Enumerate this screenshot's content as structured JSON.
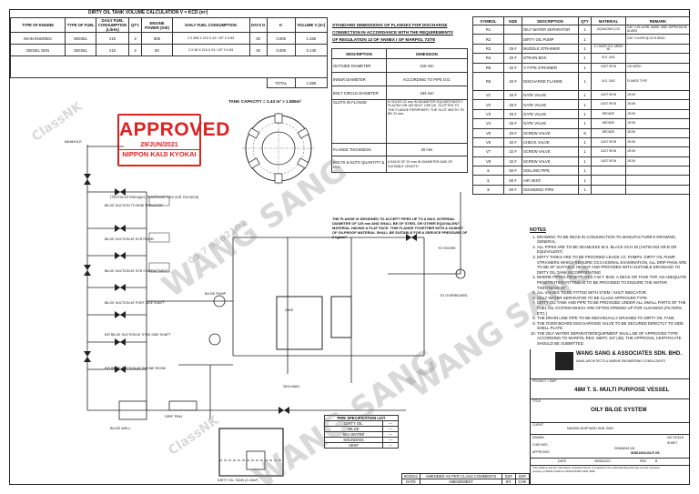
{
  "volume_calc": {
    "title": "DIRTY OIL TANK VOLUME CALCULATION   V = KCD (m³)",
    "headers": [
      "TYPE OF ENGINE",
      "TYPE OF FUEL",
      "DAILY FUEL CONSUMPTION (Litres)",
      "QTY.",
      "ENGINE POWER (KW)",
      "DAILY FUEL CONSUMPTION",
      "DAYS D",
      "K",
      "VOLUME V (m³)"
    ],
    "rows": [
      [
        "MAIN ENGINES",
        "DIESEL",
        "210",
        "2",
        "805",
        "2 X 805 X 210 X 24 / 10⁶ X 0.83",
        "30",
        "0.005",
        "1.455"
      ],
      [
        "DIESEL GEN",
        "DIESEL",
        "210",
        "2",
        "80",
        "2 X 80 X 210 X 24 / 10⁶ X 0.83",
        "30",
        "0.005",
        "0.130"
      ]
    ],
    "total_label": "TOTAL",
    "total_value": "1.585",
    "tank_capacity": "TANK CAPACITY = 2.43 m³ > 1.585m³"
  },
  "flange": {
    "heading": [
      "STANDARD DIMENSIONS OF FLANGES FOR DISCHARGE",
      "CONNECTION IN ACCORDANCE WITH THE REQUIREMENTS",
      "OF REGULATION 13 OF ANNEX I OF MARPOL 73/78"
    ],
    "col1": "DESCRIPTION",
    "col2": "DIMENSION",
    "rows": [
      [
        "OUTSIDE DIAMETER",
        "215 mm"
      ],
      [
        "INNER DIAMETER",
        "ACCORDING TO PIPE O.D."
      ],
      [
        "BOLT CIRCLE DIAMETER",
        "183 mm"
      ],
      [
        "SLOTS IN FLANGE",
        "6 HOLES 22 mm IN DIAMETER EQUIDISTANTLY PLACED ON 183 BOLT CIRCLE, SLOTTED TO THE FLANGE PERIPHERY. THE SLOT WIDTH TO BE 22 mm."
      ],
      [
        "FLANGE THICKNESS",
        "20 mm"
      ],
      [
        "BOLTS & NUTS QUANTITY & DIA.",
        "6 EACH OF 20 mm IN DIAMETER AND OF SUITABLE LENGTH"
      ]
    ],
    "note": "THE FLANGE IS DESIGNED TO ACCEPT PIPES UP TO A MAX. INTERNAL DIAMETER OF 125 mm AND SHALL BE OF STEEL OR OTHER EQUIVALENT MATERIAL HAVING A FLAT FACE. THIS FLANGE TOGETHER WITH A GASKET OF OILPROOF MATERIAL SHALL BE SUITABLE FOR A SERVICE PRESSURE OF 6 kg/cm²"
  },
  "stamp": {
    "word": "APPROVED",
    "date": "29/JUN/2021",
    "org": "NIPPON KAIJI KYOKAI"
  },
  "watermarks": {
    "society": "ClassNK",
    "company": "WANG SANG",
    "code": "05 7 9862102"
  },
  "caption": "(Technical Manager, Southeast Asia and Oceania)",
  "schematic_labels": {
    "manhole": "MANHOLE",
    "tank": "DIRTY OIL TANK (2.43m³)",
    "sea_main": "SEA MAIN",
    "drip_tray": "DRIP TRAY",
    "shore": "TO SHORE",
    "overboard": "TO OVERBOARD",
    "bilge_pump": "BILGE PUMP",
    "bilge_suction_1": "BILGE SUCTION TO BOW THRUSTER",
    "bilge_suction_2": "BILGE SUCTION AT ECR ROOM",
    "bilge_suction_3": "BILGE SUCTION AT ECR COMPARTMENT",
    "bilge_suction_4": "BILGE SUCTION AT PORT SIDE SHAFT",
    "bilge_suction_5": "E/R BILGE SUCTION AT STBD SIDE SHAFT",
    "bilge_suction_6": "E/R BILGE SUCTION AT ENGINE ROOM",
    "bilge_well": "BILGE WELL",
    "separator": "OWS"
  },
  "legend": {
    "title": "PIPE SPECIFICATION LIST",
    "rows": [
      [
        "DIRTY OIL",
        "---"
      ],
      [
        "BILGE",
        "---"
      ],
      [
        "SEA WATER",
        "---"
      ],
      [
        "SOUNDING",
        "---"
      ],
      [
        "VENT",
        "---"
      ]
    ]
  },
  "parts": {
    "headers": [
      "SYMBOL",
      "SIZE",
      "DESCRIPTION",
      "QTY",
      "MATERIAL",
      "REMARK"
    ],
    "rows": [
      [
        "R1",
        "",
        "OILY WATER SEPARATOR",
        "1",
        "AQUA/OWS-0.25",
        "CAP. 0.25 m³/HR, MARK: ISBD 15PPM BILGE ALARM"
      ],
      [
        "R2",
        "",
        "DIRTY OIL PUMP",
        "1",
        "",
        "CAP. 2 m³/HR @ 15 M HEAD"
      ],
      [
        "R3",
        "25 #",
        "MUDDLE STRAINER",
        "1",
        "C.I. BODY S.S. MESH 80",
        ""
      ],
      [
        "R4",
        "25 #",
        "STRAIN BOX",
        "1",
        "M.S. GAS",
        ""
      ],
      [
        "R5",
        "32 #",
        "Y-TYPE STRAINER",
        "1",
        "CAST IRON",
        "100 MESH"
      ],
      [
        "R6",
        "32 #",
        "DISCHARGE FLANGE",
        "1",
        "M.S. GAS",
        "FLANGE TYPE"
      ],
      [
        "V1",
        "40 #",
        "GATE VALVE",
        "1",
        "CAST IRON",
        "JIS 5K"
      ],
      [
        "V2",
        "25 #",
        "GATE VALVE",
        "1",
        "CAST IRON",
        "JIS 5K"
      ],
      [
        "V3",
        "25 #",
        "GATE VALVE",
        "1",
        "BRONZE",
        "JIS 5K"
      ],
      [
        "V4",
        "25 #",
        "GATE VALVE",
        "1",
        "BRONZE",
        "JIS 5K"
      ],
      [
        "V5",
        "25 #",
        "SCREW VALVE",
        "8",
        "BRONZE",
        "JIS 5K"
      ],
      [
        "V6",
        "40 #",
        "CHECK VALVE",
        "1",
        "CAST IRON",
        "JIS 5K"
      ],
      [
        "V7",
        "32 #",
        "SCREW VALVE",
        "1",
        "CAST IRON",
        "JIS 5K"
      ],
      [
        "V8",
        "32 #",
        "SCREW VALVE",
        "1",
        "CAST IRON",
        "JIS 5K"
      ],
      [
        "①",
        "50 #",
        "SOLLING PIPE",
        "1",
        "",
        ""
      ],
      [
        "②",
        "50 #",
        "AIR VENT",
        "1",
        "",
        ""
      ],
      [
        "③",
        "50 #",
        "SOUNDING PIPE",
        "1",
        "",
        ""
      ]
    ]
  },
  "notes": {
    "title": "NOTES",
    "items": [
      "DRAWING TO BE READ IN CONJUNCTION TO MANUFACTURE'S DRAWING, GENERAL.",
      "ALL PIPES ARE TO BE SEAMLESS M.S. BLACK SCH 40 (ASTM A53 GR.B OR EQUIVALENT)",
      "DIRTY TANKS ARE TO BE PROVIDED LEADS I.O. PUMPS. DIRTY OIL PUMP, STRAINERS WHICH REQUIRE OCCASIONAL EXAMINATION, ALL DRIP PANS ARE TO BE OF SUITABLE HEIGHT AND PROVIDED WITH SUITABLE DRAINAGE TO DIRTY OIL TANK INCORPORATING",
      "WHERE PIPING PENETRATES A W.T. BHD, A DECK OR TANK TOP, AN ADEQUATE PENETRATION FITTING IS TO BE PROVIDED TO ENSURE THE WATER TIGHTNESS OF",
      "ALL VALVES TO BE FITTED WITH STEM / SHUT INDICATOR.",
      "ONLY WATER SEPARATOR TO BE CLASS APPROVED TYPE.",
      "DIRTY OIL TANK AND PIPE TO BE PROVIDED UNDER ALL SMALL PARTS OF THE FUEL OIL SYSTEM WHICH ARE OFTEN OPENED UP FOR CLEANING (FILTERS, ETC.)",
      "THE DRAIN LINE PIPE TO BE INDIVIDUALLY DRAINED TO DIRTY OIL TANK.",
      "THE OVER-BOARD DISCHARGING VALVE TO BE SECURED DIRECTLY TO SIDE SHELL PLATE.",
      "THE OILY WATER SEPARATOR/EQUIPMENT SHALL BE OF APPROVED TYPE ACCORDING TO MARPOL REG. MEPC 107 (49). THE APPROVAL CERTIFICATE SHOULD BE SUBMITTED."
    ]
  },
  "title_block": {
    "company": "WANG SANG & ASSOCIATES SDN. BHD.",
    "company_sub": "NAVAL ARCHITECTS & MARINE ENGINEERING CONSULTANTS",
    "project": "48M T. S. MULTI PURPOSE VESSEL",
    "drawing": "OILY BILGE SYSTEM",
    "project_label": "PROJECT / SHIP",
    "title_label": "TITLE",
    "client_label": "CLIENT",
    "client": "NANSIN SHIPYARD SDN. BHD.",
    "drawn_label": "DRAWN",
    "checked_label": "CHECKED",
    "approved_label": "APPROVED",
    "scale": "NO SCALE",
    "sheet": "SHEET",
    "dwg_no_label": "DRAWING NO.",
    "dwg_no": "WS61064-63-P-05",
    "rev_label": "REV",
    "rev": "0",
    "date_label": "DATE",
    "date": "05/06/2021",
    "rev_row": [
      "00/2021",
      "AMENDED AS PER CLASS COMMENTS",
      "SDF",
      "SDF"
    ],
    "rev_row_labels": [
      "DATE",
      "AMENDMENT",
      "BY",
      "CHK"
    ],
    "disclaimer": "This drawing and the information contained herein is supplied in the understanding that they are the exclusive property of WANG SANG & ASSOCIATES SDN. BHD."
  },
  "colors": {
    "stamp": "#dd2222",
    "line": "#222222",
    "watermark": "#888888"
  }
}
